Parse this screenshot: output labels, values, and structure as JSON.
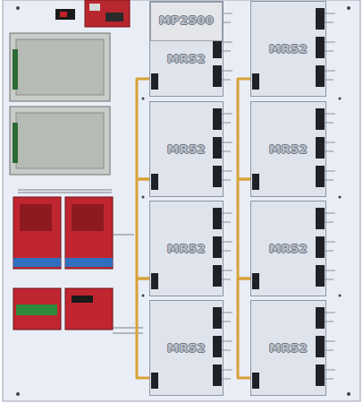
{
  "diagram": {
    "nodes": [
      {
        "text": [
          "MR52"
        ]
      },
      {
        "text": [
          "MP2500"
        ],
        "in": 0
      },
      {
        "text": [
          "MR52"
        ]
      },
      {
        "text": [
          "MR52"
        ]
      },
      {
        "text": [
          "MR52"
        ]
      },
      {
        "text": [
          "MR52"
        ]
      },
      {
        "text": [
          "MR52"
        ]
      },
      {
        "text": [
          "MR52"
        ]
      },
      {
        "text": [
          "MR52"
        ]
      }
    ],
    "edges": [
      {
        "from": 0,
        "to": 3,
        "arrow": "none"
      },
      {
        "from": 3,
        "to": 5,
        "arrow": "none"
      },
      {
        "from": 5,
        "to": 7,
        "arrow": "none"
      },
      {
        "from": 2,
        "to": 4,
        "arrow": "none"
      },
      {
        "from": 4,
        "to": 6,
        "arrow": "none"
      },
      {
        "from": 6,
        "to": 8,
        "arrow": "none"
      }
    ]
  }
}
